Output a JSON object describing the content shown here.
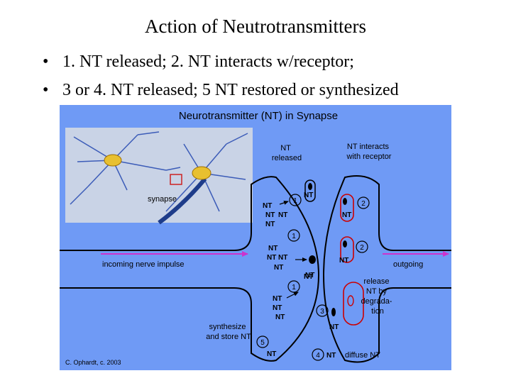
{
  "slide": {
    "title": "Action of Neutrotransmitters",
    "bullets": [
      "1. NT released; 2. NT interacts w/receptor;",
      "3 or 4. NT released; 5 NT restored or synthesized"
    ],
    "bullet_glyph": "•"
  },
  "diagram": {
    "title": "Neurotransmitter (NT) in Synapse",
    "labels": {
      "nt_released": [
        "NT",
        "released"
      ],
      "nt_interacts": [
        "NT interacts",
        "with receptor"
      ],
      "synapse": "synapse",
      "incoming": "incoming nerve impulse",
      "outgoing": "outgoing",
      "release_degradation": [
        "release",
        "NT by",
        "degrada-",
        "tion"
      ],
      "synthesize": [
        "synthesize",
        "and store NT"
      ],
      "diffuse": "diffuse NT",
      "credit": "C. Ophardt, c. 2003"
    },
    "nt": "NT",
    "step_numbers": [
      "1",
      "2",
      "3",
      "4",
      "5"
    ],
    "colors": {
      "background": "#6f9af5",
      "membrane": "#000000",
      "arrow": "#cc33cc",
      "receptor": "#cc0000",
      "neuron_body": "#e8c030",
      "micrograph": "#c9d3e6",
      "synapse_box": "#cc2222"
    }
  }
}
